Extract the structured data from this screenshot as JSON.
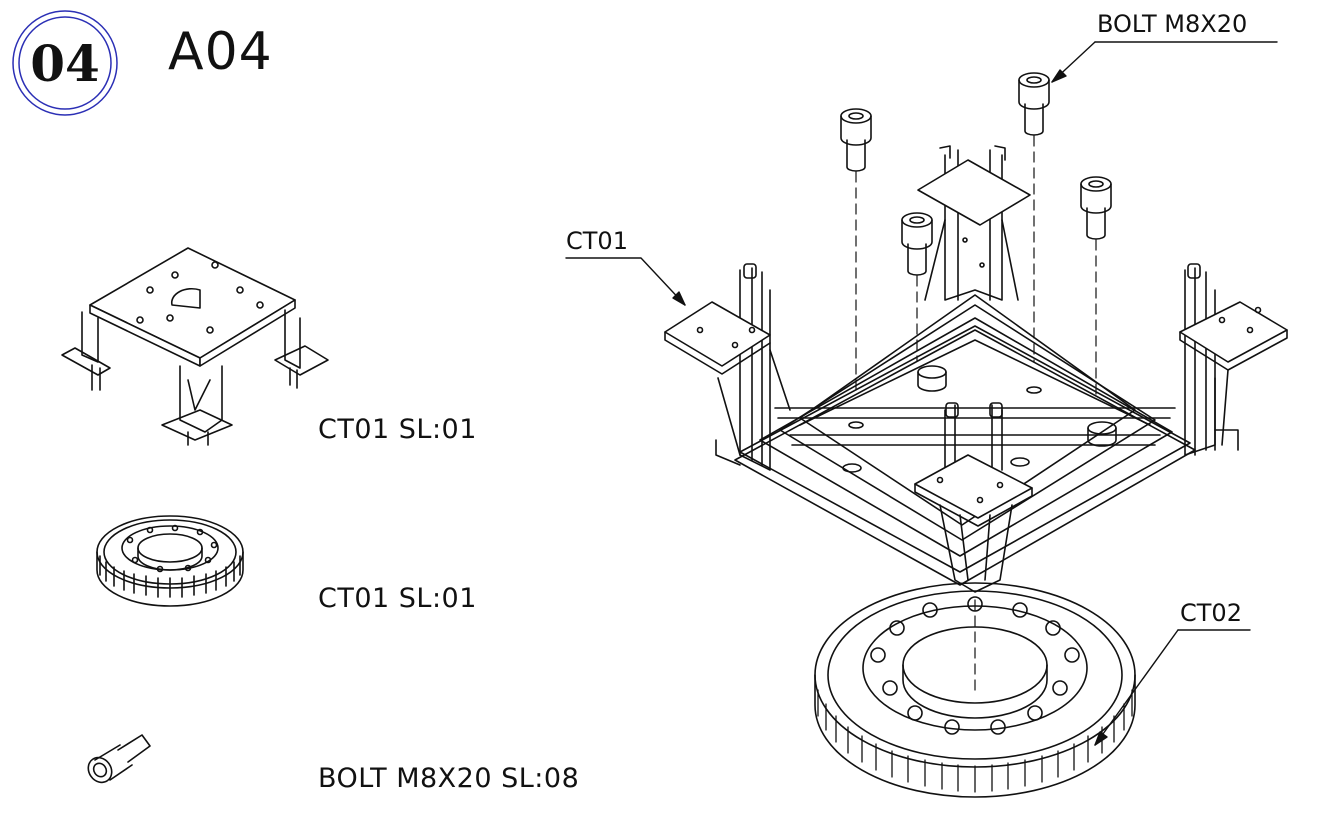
{
  "step": {
    "number": "04",
    "title": "A04"
  },
  "parts_list": [
    {
      "label": "CT01 SL:01",
      "icon": "frame-icon"
    },
    {
      "label": "CT01 SL:01",
      "icon": "gear-ring-icon"
    },
    {
      "label": "BOLT M8X20 SL:08",
      "icon": "bolt-icon"
    }
  ],
  "callouts": {
    "bolt": "BOLT M8X20",
    "frame": "CT01",
    "gear": "CT02"
  },
  "colors": {
    "line": "#111111",
    "step_circle": "#2b2fb5",
    "background": "#ffffff"
  }
}
